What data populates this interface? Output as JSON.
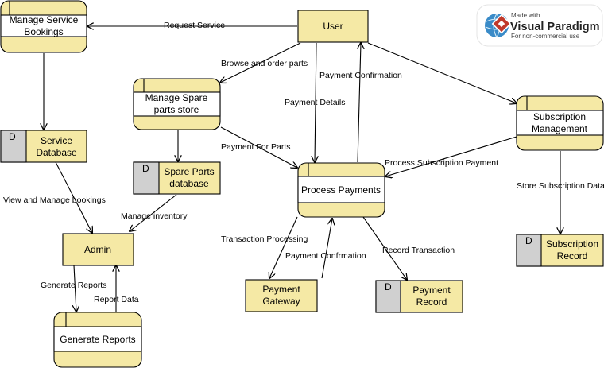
{
  "colors": {
    "process_fill": "#f5e9a5",
    "process_stroke": "#000000",
    "entity_fill": "#f5e9a5",
    "store_id_fill": "#d0d0d0",
    "brand_red": "#c0392b"
  },
  "nodes": {
    "manage_service_bookings": "Manage Service\nBookings",
    "user": "User",
    "manage_spare_parts_store": "Manage Spare\nparts store",
    "subscription_management": "Subscription\nManagement",
    "service_database": "Service\nDatabase",
    "spare_parts_database": "Spare Parts\ndatabase",
    "process_payments": "Process Payments",
    "admin": "Admin",
    "subscription_record": "Subscription\nRecord",
    "payment_gateway": "Payment\nGateway",
    "payment_record": "Payment\nRecord",
    "generate_reports": "Generate Reports",
    "store_marker": "D"
  },
  "flows": {
    "request_service": "Request Service",
    "browse_and_order_parts": "Browse and order parts",
    "payment_confirmation": "Payment Confirmation",
    "payment_details": "Payment Details",
    "payment_for_parts": "Payment For Parts",
    "process_subscription_payment": "Process Subscription Payment",
    "store_subscription_data": "Store Subscription Data",
    "view_and_manage_bookings": "View and Manage bookings",
    "manage_inventory": "Manage inventory",
    "transaction_processing": "Transaction Processing",
    "payment_confrmation": "Payment Confrmation",
    "record_transaction": "Record Transaction",
    "generate_reports": "Generate Reports",
    "report_data": "Report Data"
  },
  "watermark": {
    "made_with": "Made with",
    "brand": "Visual Paradigm",
    "license": "For non-commercial use",
    "icon": "visual-paradigm-logo-icon"
  }
}
